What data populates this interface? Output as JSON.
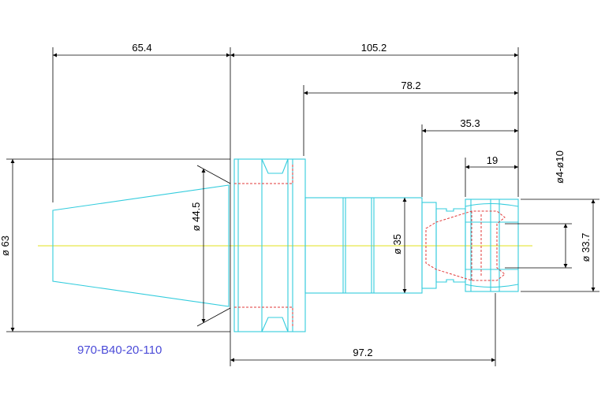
{
  "colors": {
    "outline": "#33ccdd",
    "hidden": "#e23a3a",
    "centerline": "#e8e84a",
    "dimension": "#000000",
    "part_label": "#4b4bd8"
  },
  "dimensions": {
    "d_65_4": "65.4",
    "d_105_2": "105.2",
    "d_78_2": "78.2",
    "d_35_3": "35.3",
    "d_19": "19",
    "d_97_2": "97.2",
    "dia_63": "ø 63",
    "dia_44_5": "ø 44.5",
    "dia_35": "ø 35",
    "dia_4_10": "ø4-ø10",
    "dia_33_7": "ø 33.7"
  },
  "part_number": "970-B40-20-110"
}
